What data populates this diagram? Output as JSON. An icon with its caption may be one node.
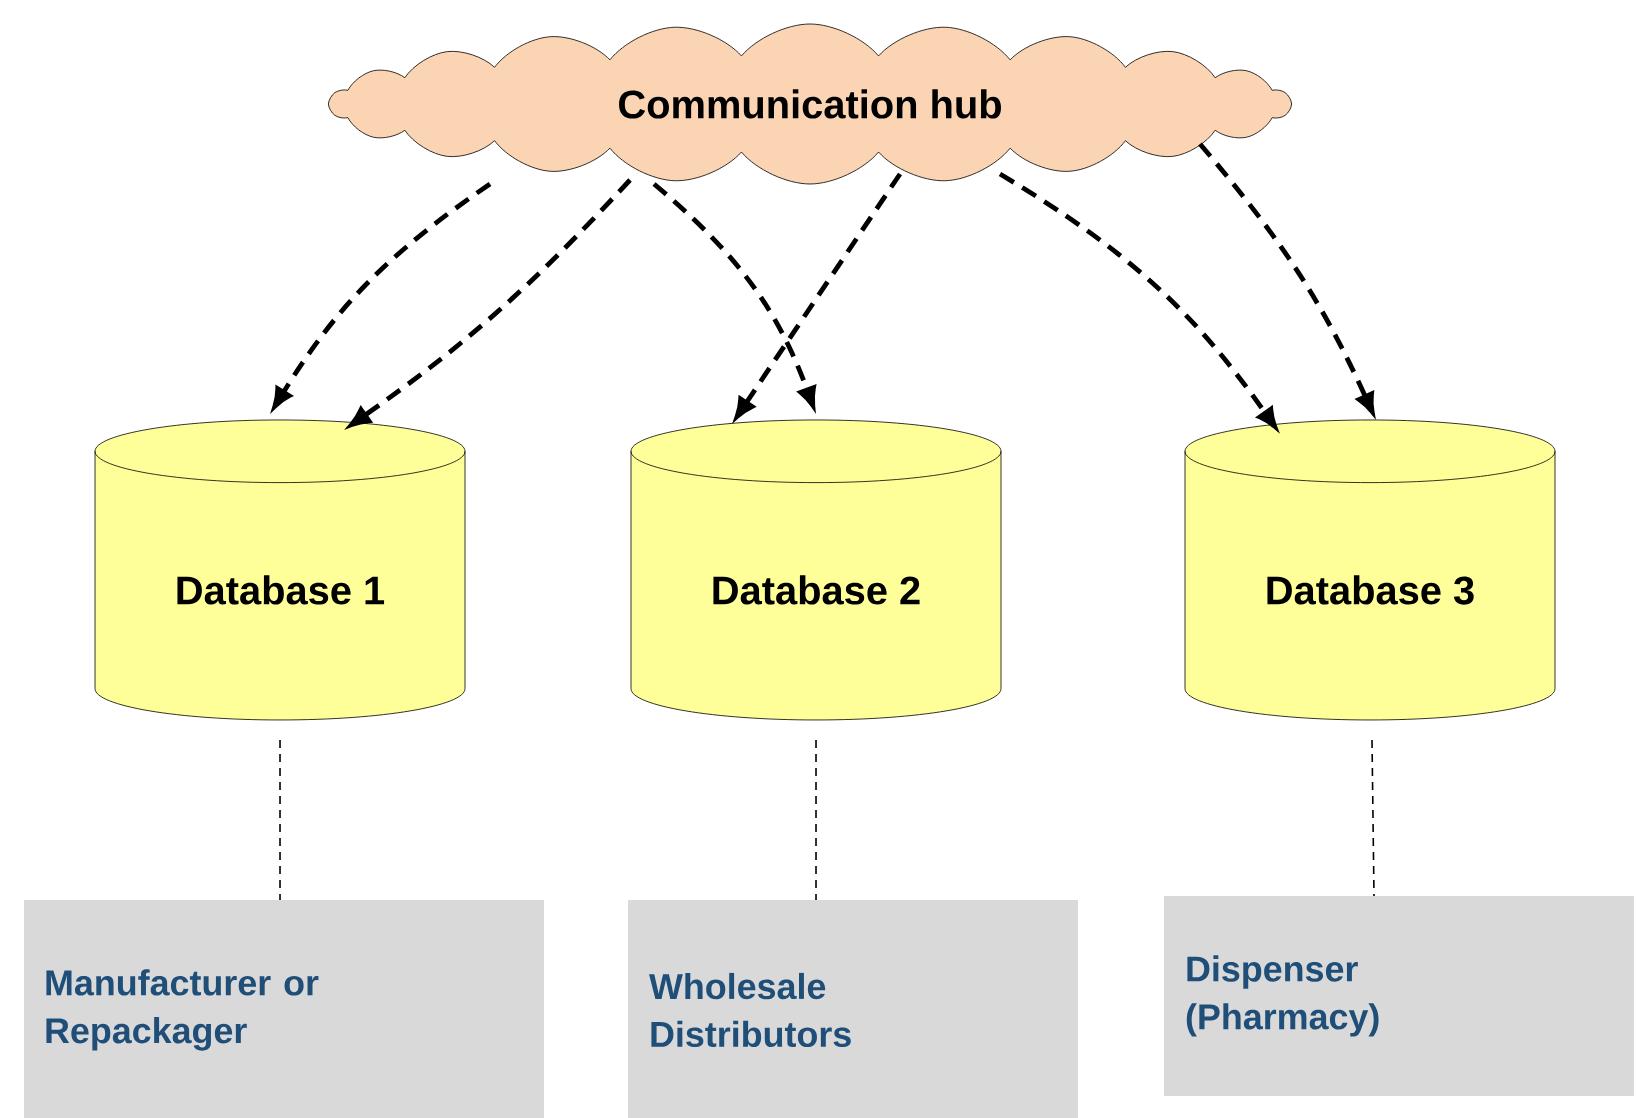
{
  "diagram": {
    "nodes": [
      {
        "text": [
          "Communication hub"
        ]
      },
      {
        "text": [
          "Database 1"
        ]
      },
      {
        "text": [
          "Database 2"
        ]
      },
      {
        "text": [
          "Database 3"
        ]
      },
      {
        "text": [
          "Manufacturer or Repackager"
        ]
      },
      {
        "text": [
          "Wholesale Distributors"
        ]
      },
      {
        "text": [
          "Dispenser (Pharmacy)"
        ]
      }
    ],
    "edges": [
      {
        "from": 0,
        "to": 1,
        "arrow": "to",
        "style": "dashed"
      },
      {
        "from": 0,
        "to": 1,
        "arrow": "to",
        "style": "dashed"
      },
      {
        "from": 0,
        "to": 2,
        "arrow": "to",
        "style": "dashed"
      },
      {
        "from": 0,
        "to": 2,
        "arrow": "to",
        "style": "dashed"
      },
      {
        "from": 0,
        "to": 3,
        "arrow": "to",
        "style": "dashed"
      },
      {
        "from": 0,
        "to": 3,
        "arrow": "to",
        "style": "dashed"
      },
      {
        "from": 1,
        "to": 4,
        "arrow": "none",
        "style": "dashed"
      },
      {
        "from": 2,
        "to": 5,
        "arrow": "none",
        "style": "dashed"
      },
      {
        "from": 3,
        "to": 6,
        "arrow": "none",
        "style": "dashed"
      }
    ]
  }
}
